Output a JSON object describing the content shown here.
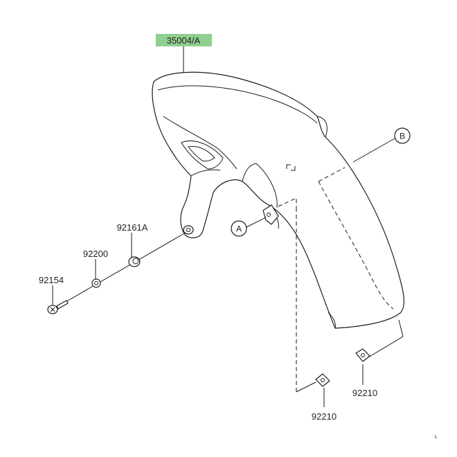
{
  "parts": {
    "fender": {
      "number": "35004/A",
      "highlight_color": "#8fcf8f"
    },
    "collar": {
      "number": "92161A"
    },
    "washer": {
      "number": "92200"
    },
    "bolt": {
      "number": "92154"
    },
    "nut_lower": {
      "number": "92210"
    },
    "nut_right": {
      "number": "92210"
    }
  },
  "callouts": {
    "a": "A",
    "b": "B"
  },
  "page_marker": "L"
}
